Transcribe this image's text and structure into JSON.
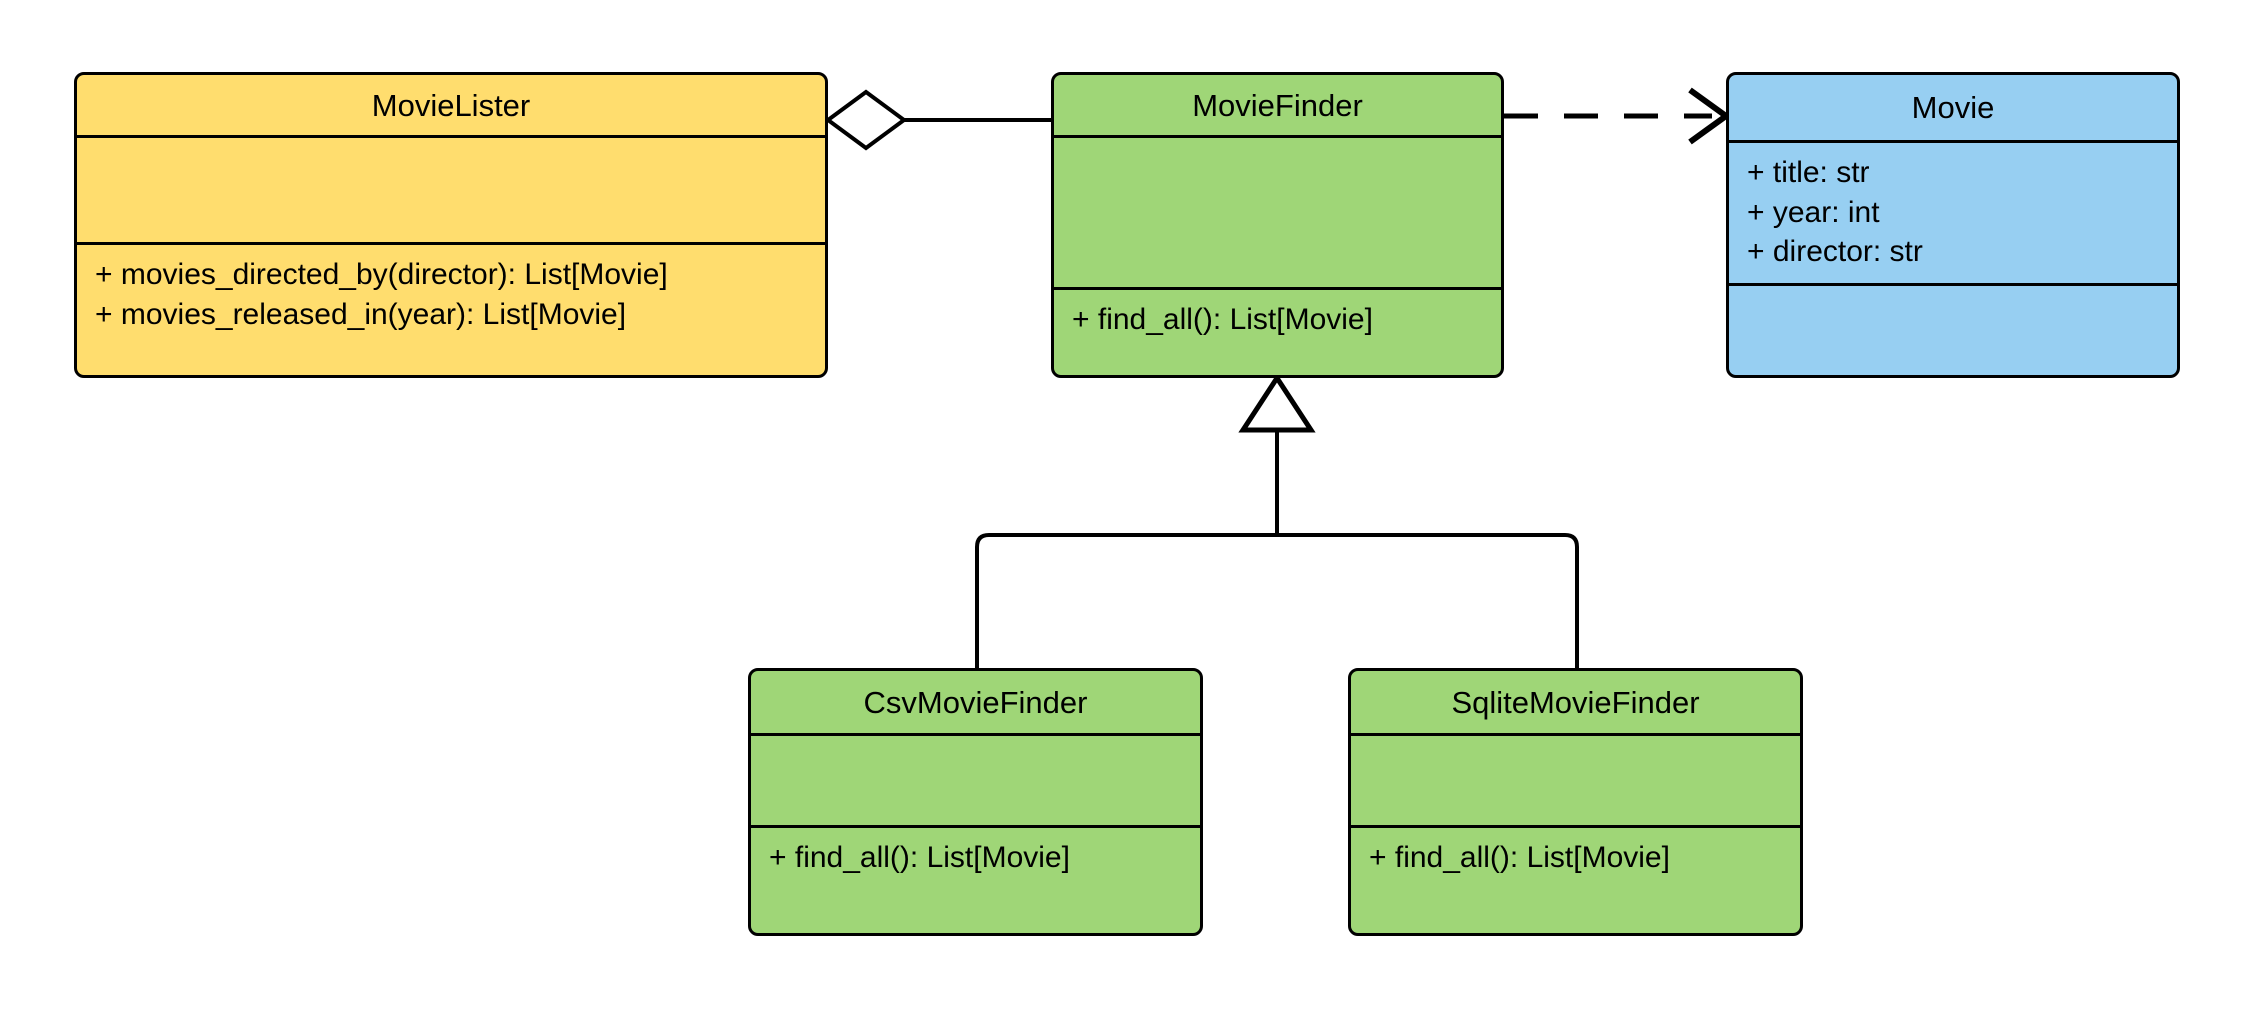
{
  "diagram": {
    "title": "MovieLister dependency-injection UML class diagram",
    "type": "uml-class-diagram",
    "background_color": "#ffffff",
    "line_color": "#000000",
    "colors": {
      "client_fill": "#ffdd6e",
      "interface_fill": "#9fd677",
      "entity_fill": "#97cff2",
      "stroke": "#000000"
    },
    "classes": [
      {
        "id": "movie-lister",
        "name": "MovieLister",
        "fill": "#ffdd6e",
        "attributes": [],
        "methods": [
          "+ movies_directed_by(director): List[Movie]",
          "+ movies_released_in(year): List[Movie]"
        ]
      },
      {
        "id": "movie-finder",
        "name": "MovieFinder",
        "fill": "#9fd677",
        "attributes": [],
        "methods": [
          "+ find_all(): List[Movie]"
        ]
      },
      {
        "id": "movie",
        "name": "Movie",
        "fill": "#97cff2",
        "attributes": [
          "+ title: str",
          "+ year: int",
          "+ director: str"
        ],
        "methods": []
      },
      {
        "id": "csv-movie-finder",
        "name": "CsvMovieFinder",
        "fill": "#9fd677",
        "attributes": [],
        "methods": [
          "+ find_all(): List[Movie]"
        ]
      },
      {
        "id": "sqlite-movie-finder",
        "name": "SqliteMovieFinder",
        "fill": "#9fd677",
        "attributes": [],
        "methods": [
          "+ find_all(): List[Movie]"
        ]
      }
    ],
    "relationships": [
      {
        "id": "aggregation-lister-finder",
        "kind": "aggregation",
        "from": "MovieLister",
        "to": "MovieFinder",
        "marker": "hollow-diamond",
        "line_style": "solid"
      },
      {
        "id": "dependency-finder-movie",
        "kind": "dependency",
        "from": "MovieFinder",
        "to": "Movie",
        "marker": "open-arrow",
        "line_style": "dashed"
      },
      {
        "id": "generalization-csv-finder",
        "kind": "generalization",
        "from": "CsvMovieFinder",
        "to": "MovieFinder",
        "marker": "hollow-triangle",
        "line_style": "solid"
      },
      {
        "id": "generalization-sqlite-finder",
        "kind": "generalization",
        "from": "SqliteMovieFinder",
        "to": "MovieFinder",
        "marker": "hollow-triangle",
        "line_style": "solid"
      }
    ]
  }
}
